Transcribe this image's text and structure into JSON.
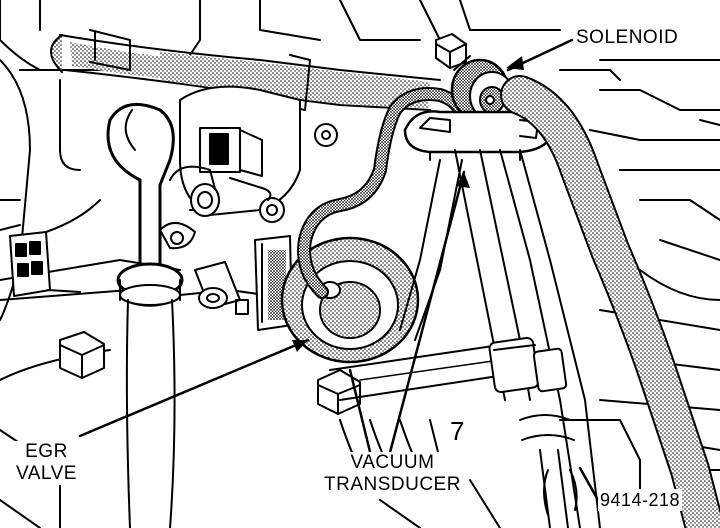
{
  "figure": {
    "labels": {
      "solenoid": "SOLENOID",
      "egr_valve_line1": "EGR",
      "egr_valve_line2": "VALVE",
      "vacuum_transducer_line1": "VACUUM",
      "vacuum_transducer_line2": "TRANSDUCER",
      "figure_number": "9414-218",
      "callout_number": "7"
    },
    "colors": {
      "ink": "#000000",
      "paper": "#ffffff",
      "hatch": "#000000"
    }
  }
}
